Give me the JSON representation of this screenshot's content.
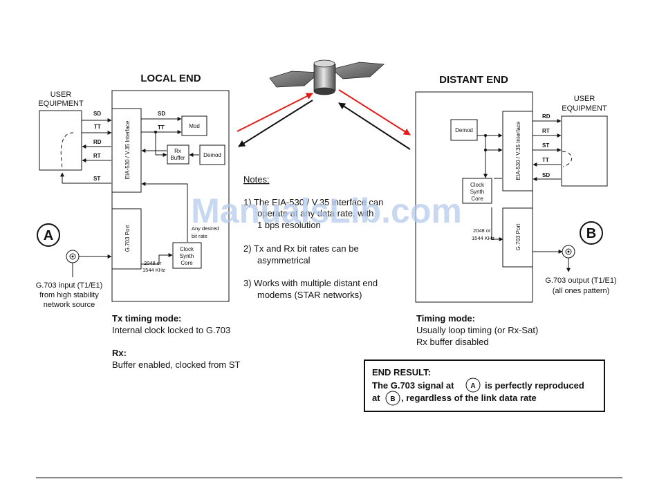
{
  "local": {
    "title": "LOCAL END",
    "user_equipment": [
      "USER",
      "EQUIPMENT"
    ],
    "signals": [
      "SD",
      "TT",
      "RD",
      "RT",
      "ST"
    ],
    "interface": "EIA-530 / V.35 Interface",
    "mod": "Mod",
    "rx_buffer": [
      "Rx",
      "Buffer"
    ],
    "demod": "Demod",
    "g703_port": "G.703 Port",
    "clock_synth": [
      "Clock",
      "Synth",
      "Core"
    ],
    "bit_rate": [
      "Any desired",
      "bit rate"
    ],
    "rate": [
      "2048 or",
      "1544 KHz"
    ],
    "circle": "A",
    "input_caption": [
      "G.703 input (T1/E1)",
      "from high stability",
      "network source"
    ],
    "tx_mode_heading": "Tx timing mode:",
    "tx_mode_text": "Internal clock locked to G.703",
    "rx_heading": "Rx:",
    "rx_text": "Buffer enabled, clocked from ST"
  },
  "notes": {
    "heading": "Notes:",
    "items": [
      [
        "1) The EIA-530 / V.35 interface can",
        "operate at any data rate, with",
        "1 bps resolution"
      ],
      [
        "2) Tx and Rx bit rates can be",
        "asymmetrical"
      ],
      [
        "3) Works with multiple distant end",
        "modems (STAR networks)"
      ]
    ]
  },
  "distant": {
    "title": "DISTANT END",
    "user_equipment": [
      "USER",
      "EQUIPMENT"
    ],
    "signals": [
      "RD",
      "RT",
      "ST",
      "TT",
      "SD"
    ],
    "interface": "EIA-530 / V.35 Interface",
    "demod": "Demod",
    "clock_synth": [
      "Clock",
      "Synth",
      "Core"
    ],
    "g703_port": "G.703 Port",
    "rate": [
      "2048 or",
      "1544 KHz"
    ],
    "circle": "B",
    "output_caption": [
      "G.703 output (T1/E1)",
      "(all ones pattern)"
    ],
    "mode_heading": "Timing mode:",
    "mode_lines": [
      "Usually loop timing (or Rx-Sat)",
      "Rx buffer disabled"
    ]
  },
  "result": {
    "heading": "END RESULT:",
    "line1_before": "The G.703 signal at",
    "line1_after": "is perfectly reproduced",
    "line2_before": "at",
    "line2_after": ", regardless of the link data rate",
    "circle_a": "A",
    "circle_b": "B"
  },
  "watermark": "ManualsLib.com",
  "colors": {
    "uplink": "#e31b1b",
    "downlink": "#111111",
    "watermark": "#b6cbec"
  }
}
